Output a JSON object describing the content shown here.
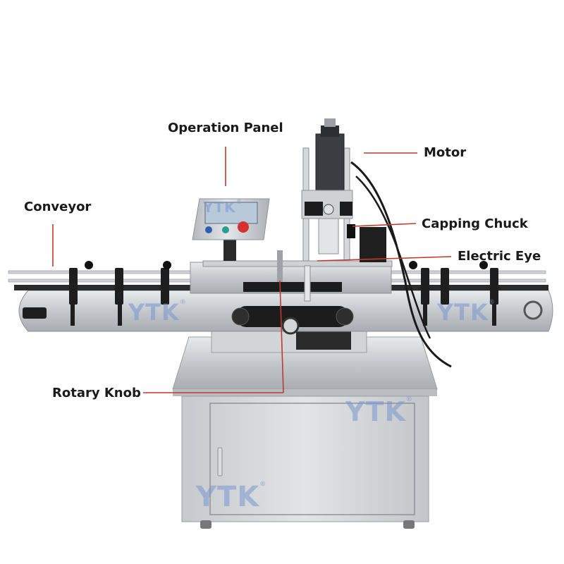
{
  "callouts": {
    "operation_panel": "Operation Panel",
    "motor": "Motor",
    "conveyor": "Conveyor",
    "capping_chuck": "Capping Chuck",
    "electric_eye": "Electric Eye",
    "rotary_knob": "Rotary Knob"
  },
  "watermark": {
    "brand": "YTK",
    "mark": "®"
  },
  "colors": {
    "leader_line": "#c0392b",
    "steel": "#c9ccd0",
    "dark_part": "#1c1c1c",
    "watermark": "#7896cd"
  }
}
